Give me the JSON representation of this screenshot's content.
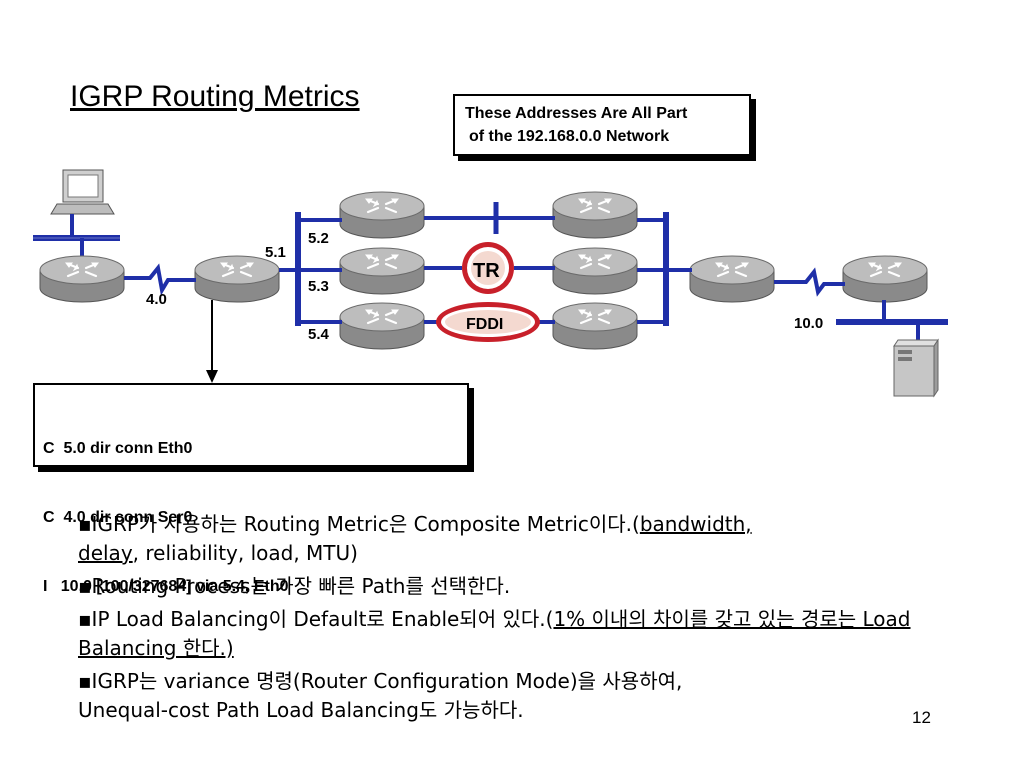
{
  "slide": {
    "title": "IGRP Routing Metrics",
    "page_number": "12"
  },
  "callout": {
    "line1": "These Addresses Are All Part",
    "line2": "of the 192.168.0.0 Network"
  },
  "routing_table": {
    "rows": [
      "C  5.0 dir conn Eth0",
      "C  4.0 dir conn Ser0",
      "I   10.0 [100/327684] via 5.4, Eth0"
    ]
  },
  "diagram": {
    "labels": {
      "l51": "5.1",
      "l52": "5.2",
      "l53": "5.3",
      "l54": "5.4",
      "l40": "4.0",
      "l100": "10.0",
      "tr": "TR",
      "fddi": "FDDI"
    },
    "colors": {
      "ethernet": "#1f2fa8",
      "tr_fill": "#f4d9d0",
      "tr_ring": "#c8202a",
      "router_top": "#bdbdbd",
      "router_side": "#8a8a8a"
    }
  },
  "bullets": {
    "b1_prefix": "▪IGRP가 사용하는 Routing Metric은  Composite Metric이다.(",
    "b1_u1": "bandwidth,",
    "b1_u2": "delay",
    "b1_suffix": ", reliability, load, MTU)",
    "b2": "▪Routing Process는 가장 빠른 Path를 선택한다.",
    "b3_prefix": "▪IP Load Balancing이 Default로 Enable되어 있다.(",
    "b3_u": "1% 이내의 차이를 갖고 있는 경로는 Load Balancing 한다.)",
    "b4_line1": "▪IGRP는 variance 명령(Router Configuration Mode)을 사용하여,",
    "b4_line2": "Unequal-cost Path Load Balancing도 가능하다."
  }
}
